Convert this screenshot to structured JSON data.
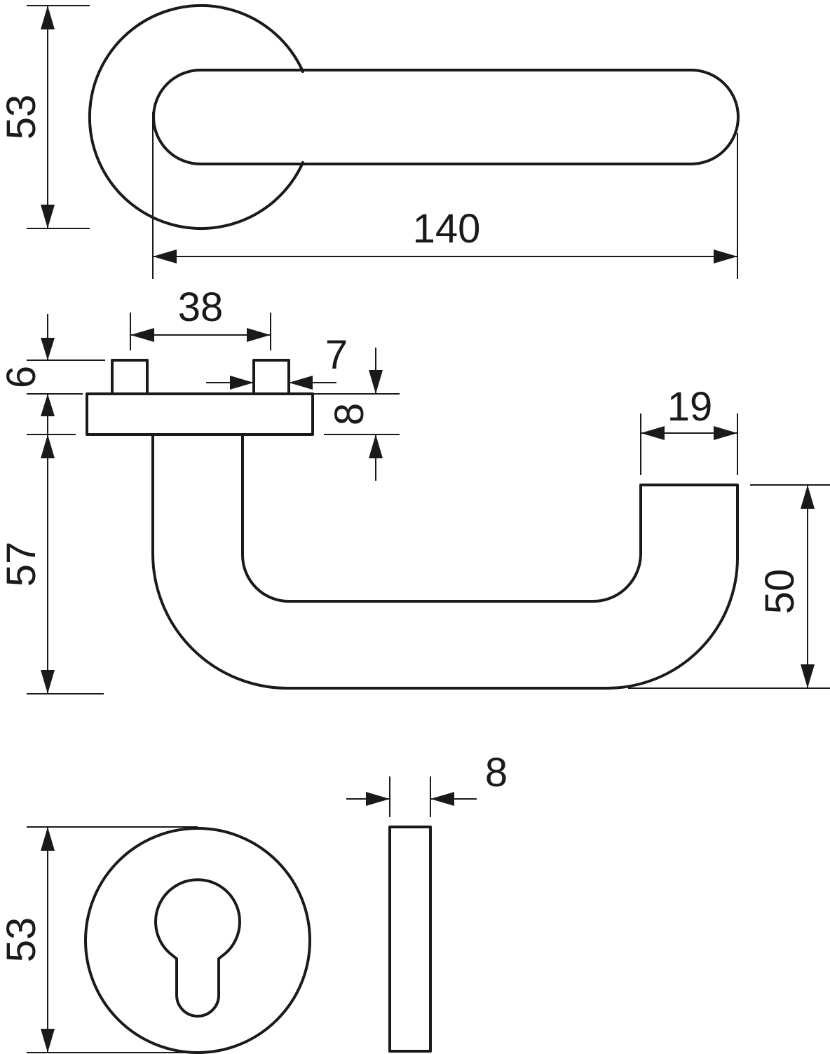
{
  "dimensions": {
    "top_rose_diameter": "53",
    "lever_length": "140",
    "pin_spacing": "38",
    "pin_height": "6",
    "pin_width": "7",
    "rose_thickness": "8",
    "lever_end_width": "19",
    "lever_drop": "57",
    "lever_height": "50",
    "escutcheon_diameter": "53",
    "escutcheon_thickness": "8"
  }
}
